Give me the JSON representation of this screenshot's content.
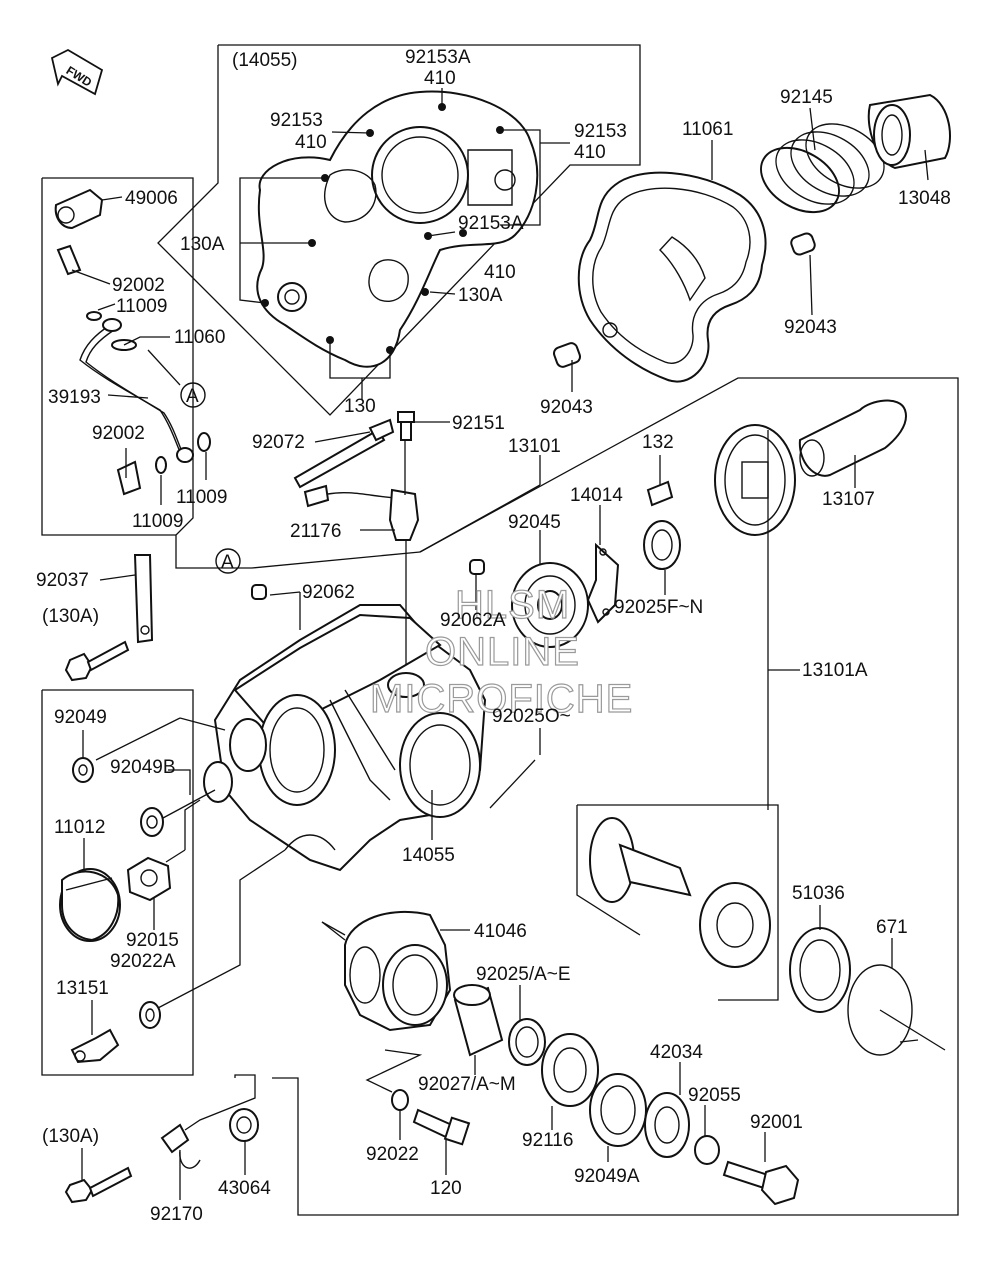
{
  "fwd_badge": "FWD",
  "watermark": [
    "HLSM",
    "ONLINE",
    "MICROFICHE"
  ],
  "callout_letter": "A",
  "labels": {
    "p14055_group": "(14055)",
    "p92153A_top": "92153A",
    "p410_top": "410",
    "p92153_left": "92153",
    "p410_left": "410",
    "p92153_right": "92153",
    "p410_right": "410",
    "p92153A_lower": "92153A",
    "p410_lower": "410",
    "p130A_left": "130A",
    "p130A_right": "130A",
    "p130": "130",
    "p11061": "11061",
    "p92145": "92145",
    "p13048": "13048",
    "p92043_right": "92043",
    "p92043_left": "92043",
    "p49006": "49006",
    "p92002_top": "92002",
    "p11009_top": "11009",
    "p11060": "11060",
    "p39193": "39193",
    "p92002_bottom": "92002",
    "p11009_right": "11009",
    "p11009_bottom": "11009",
    "p92072": "92072",
    "p92151": "92151",
    "p21176": "21176",
    "p13101": "13101",
    "p132": "132",
    "p14014": "14014",
    "p92045": "92045",
    "p13107": "13107",
    "p92025FN": "92025F~N",
    "p92062": "92062",
    "p92062A": "92062A",
    "p92037": "92037",
    "p130A_bolt_top": "(130A)",
    "p13101A": "13101A",
    "p92049": "92049",
    "p92049B": "92049B",
    "p92025O": "92025O~",
    "p11012": "11012",
    "p14055": "14055",
    "p92015": "92015",
    "p92022A": "92022A",
    "p51036": "51036",
    "p671": "671",
    "p41046": "41046",
    "p13151": "13151",
    "p92025AE": "92025/A~E",
    "p92027": "92027/A~M",
    "p42034": "42034",
    "p92055": "92055",
    "p92001": "92001",
    "p130A_bolt_bottom": "(130A)",
    "p92022": "92022",
    "p92116": "92116",
    "p92049A": "92049A",
    "p43064": "43064",
    "p92170": "92170",
    "p120": "120"
  }
}
